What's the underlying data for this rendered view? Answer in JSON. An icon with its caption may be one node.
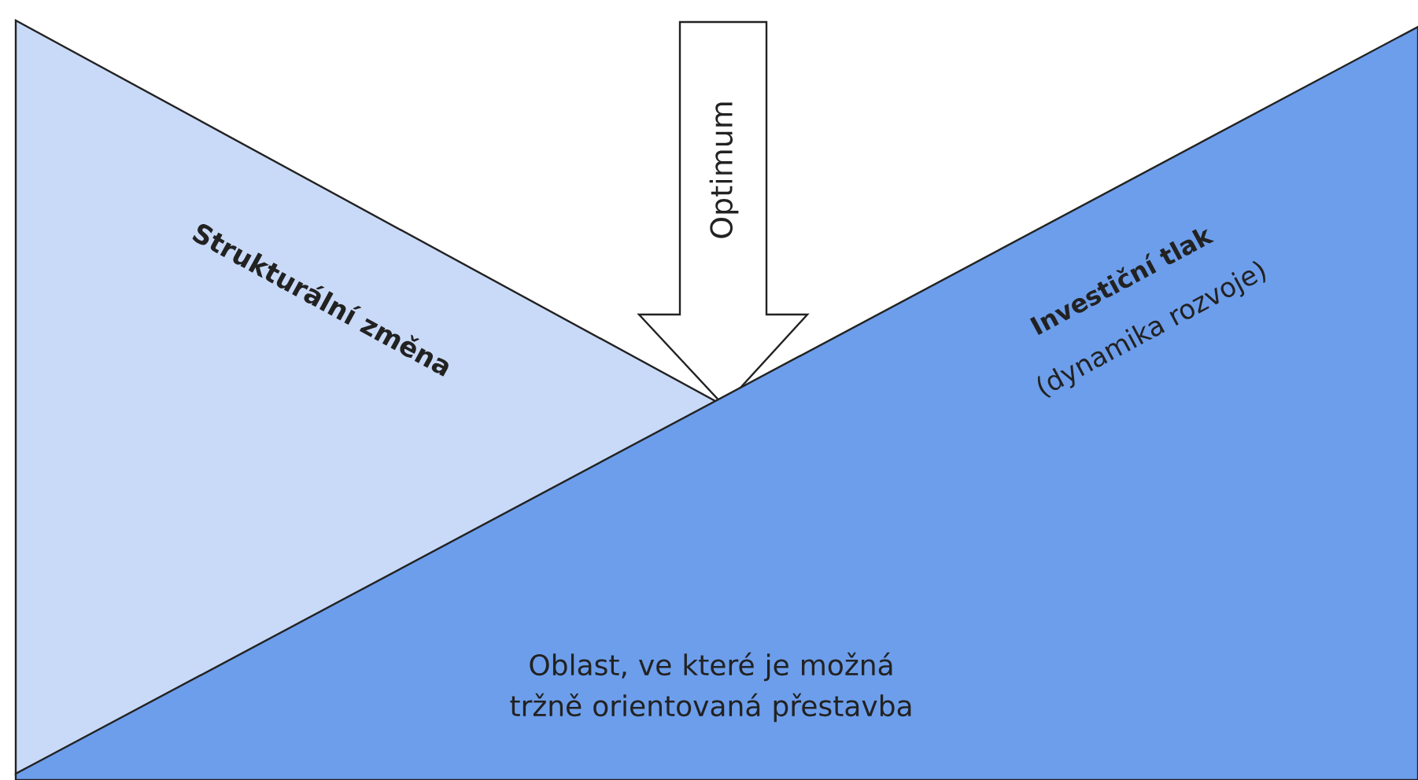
{
  "diagram": {
    "nodes": [
      {
        "text": [
          "Strukturální změna"
        ]
      },
      {
        "text": [
          "Optimum"
        ]
      },
      {
        "text": [
          "Investiční tlak",
          "(dynamika rozvoje)",
          "Oblast, ve které je možná tržně orientovaná přestavba"
        ]
      }
    ]
  }
}
